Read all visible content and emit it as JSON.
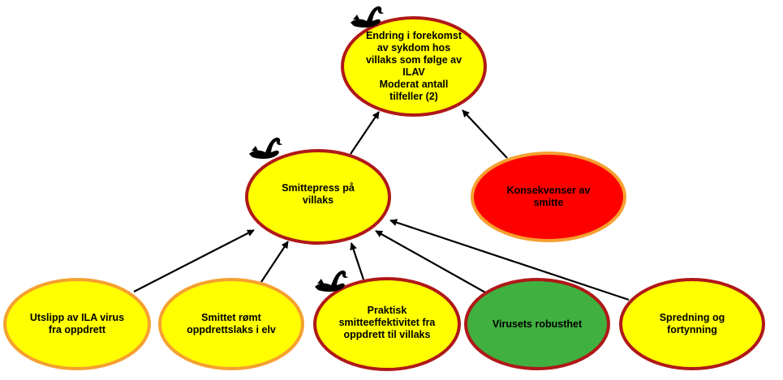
{
  "colors": {
    "yellow": "#FFFF00",
    "red": "#FF0000",
    "green": "#40B040",
    "dark_red_border": "#B01818",
    "orange_border": "#F5A030",
    "arrow": "#000000"
  },
  "icons": {
    "swan": "black-swan-icon"
  },
  "nodes": {
    "endring": {
      "text": "Endring i forekomst\nav sykdom hos\nvillaks som følge av\nILAV\nModerat antall\ntilfeller (2)"
    },
    "smittepress": {
      "text": "Smittepress på\nvillaks"
    },
    "konsekvenser": {
      "text": "Konsekvenser av\nsmitte"
    },
    "utslipp": {
      "text": "Utslipp av ILA virus\nfra oppdrett"
    },
    "smittet": {
      "text": "Smittet rømt\noppdrettslaks i elv"
    },
    "praktisk": {
      "text": "Praktisk\nsmitteeffektivitet fra\noppdrett til villaks"
    },
    "virusets": {
      "text": "Virusets robusthet"
    },
    "spredning": {
      "text": "Spredning og\nfortynning"
    }
  }
}
